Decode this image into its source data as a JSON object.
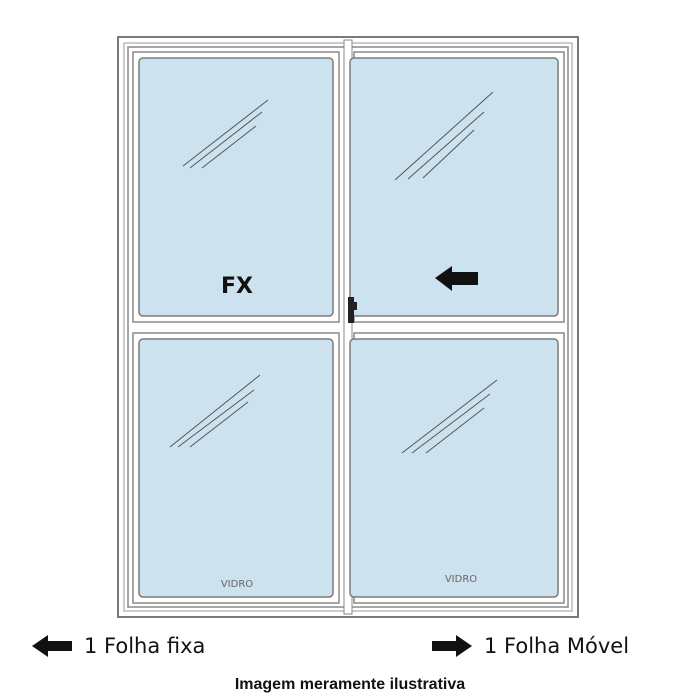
{
  "diagram": {
    "fixed_panel_label": "FX",
    "glass_label_left": "VIDRO",
    "glass_label_right": "VIDRO"
  },
  "legend": {
    "fixed_label": "1 Folha fixa",
    "mobile_label": "1 Folha Móvel"
  },
  "caption": "Imagem meramente ilustrativa",
  "colors": {
    "glass": "#cde2ef",
    "frame_line": "#7a7a7a",
    "frame_fill": "#ffffff",
    "arrow": "#111111"
  }
}
